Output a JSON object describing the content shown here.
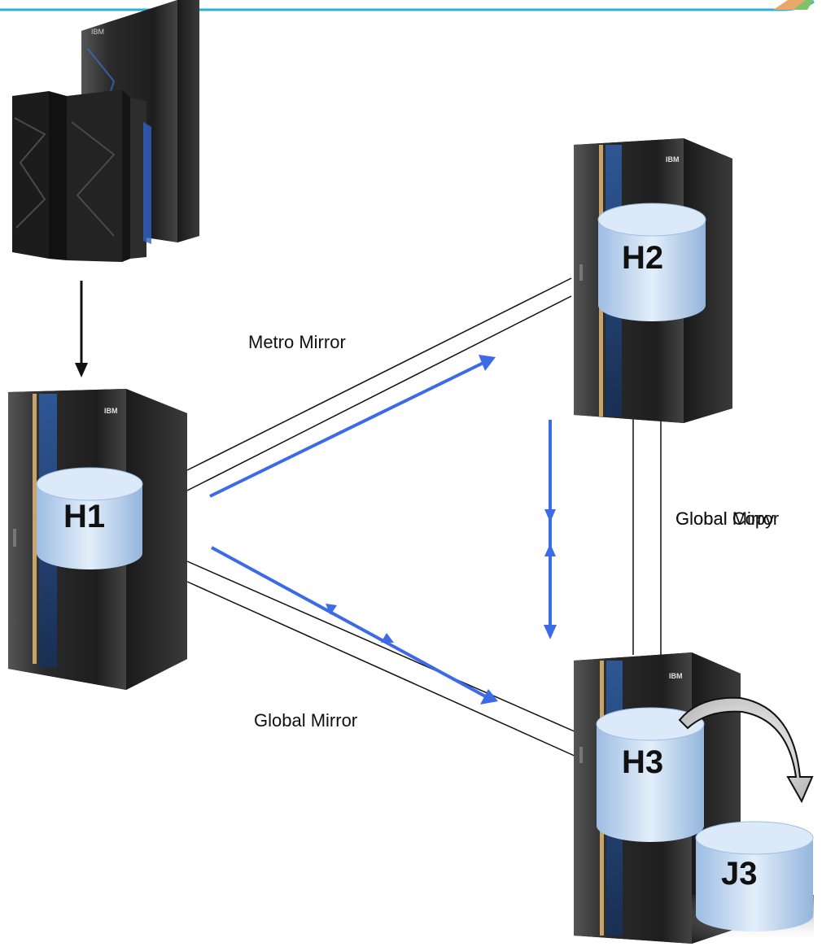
{
  "colors": {
    "header_line": "#2ab0d8",
    "replication_arrow": "#3d6be8",
    "host_arrow": "#111111",
    "cabinet_dark": "#262626",
    "cabinet_mid": "#3c3c3c",
    "cylinder_light": "#dbe8f7",
    "cylinder_dark": "#8fb2d9"
  },
  "icons": {
    "mainframe": "mainframe-server-icon",
    "storage": "storage-cabinet-icon",
    "volume": "volume-cylinder-icon",
    "flashcopy": "curved-arrow-icon"
  },
  "sites": {
    "h1": {
      "volume": "H1"
    },
    "h2": {
      "volume": "H2"
    },
    "h3": {
      "volume": "H3",
      "journal": "J3"
    }
  },
  "links": {
    "metro_mirror": "Metro Mirror",
    "global_mirror_h1_h3": "Global Mirror",
    "global_copy_overlap": "Global Mirror",
    "global_copy_overlap_b": "Global Copy"
  }
}
